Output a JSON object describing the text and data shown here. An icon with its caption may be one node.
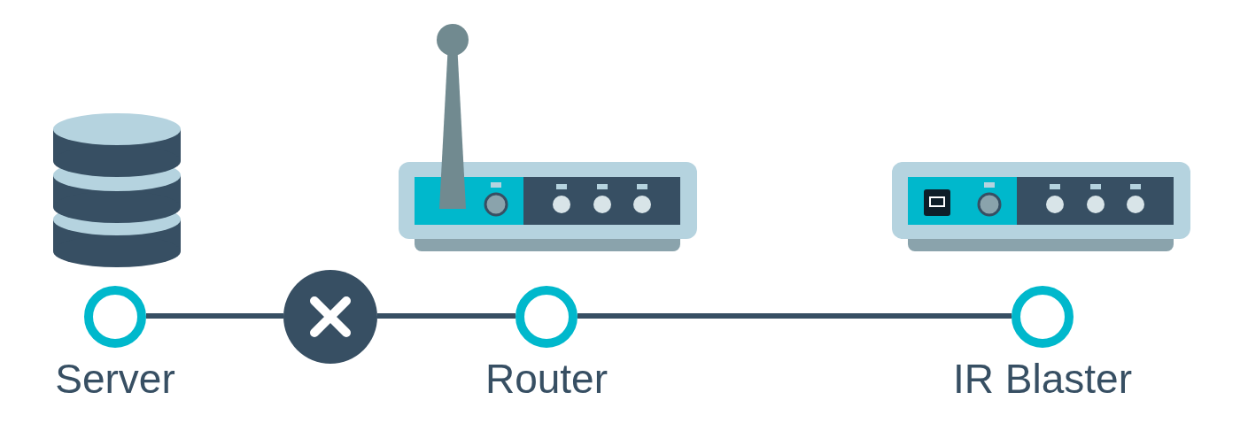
{
  "diagram": {
    "nodes": [
      {
        "text": [
          "Server"
        ]
      },
      {
        "text": [],
        "shape": "circle"
      },
      {
        "text": [
          "Router"
        ]
      },
      {
        "text": [
          "IR Blaster"
        ]
      }
    ],
    "edges": [
      {
        "from": 0,
        "to": 1,
        "arrow": "none"
      },
      {
        "from": 1,
        "to": 2,
        "arrow": "none"
      },
      {
        "from": 2,
        "to": 3,
        "arrow": "none"
      }
    ]
  }
}
